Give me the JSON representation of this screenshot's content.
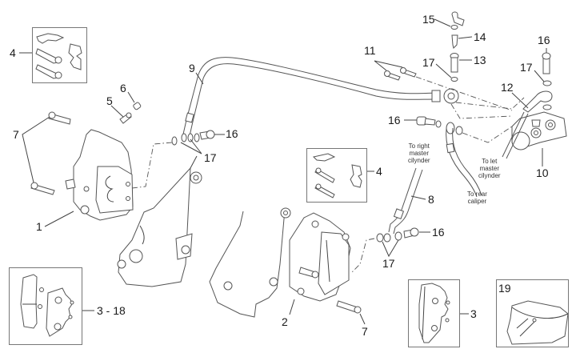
{
  "diagram": {
    "title": "Front brake system exploded parts diagram",
    "callouts": [
      {
        "id": "c4a",
        "text": "4"
      },
      {
        "id": "c6",
        "text": "6"
      },
      {
        "id": "c5",
        "text": "5"
      },
      {
        "id": "c7a",
        "text": "7"
      },
      {
        "id": "c1",
        "text": "1"
      },
      {
        "id": "c9",
        "text": "9"
      },
      {
        "id": "c16a",
        "text": "16"
      },
      {
        "id": "c17a",
        "text": "17"
      },
      {
        "id": "c11",
        "text": "11"
      },
      {
        "id": "c15",
        "text": "15"
      },
      {
        "id": "c14",
        "text": "14"
      },
      {
        "id": "c13",
        "text": "13"
      },
      {
        "id": "c17b",
        "text": "17"
      },
      {
        "id": "c16b",
        "text": "16"
      },
      {
        "id": "c16c",
        "text": "16"
      },
      {
        "id": "c17c",
        "text": "17"
      },
      {
        "id": "c12",
        "text": "12"
      },
      {
        "id": "c10",
        "text": "10"
      },
      {
        "id": "c4b",
        "text": "4"
      },
      {
        "id": "c8",
        "text": "8"
      },
      {
        "id": "c16d",
        "text": "16"
      },
      {
        "id": "c17d",
        "text": "17"
      },
      {
        "id": "c2",
        "text": "2"
      },
      {
        "id": "c7b",
        "text": "7"
      },
      {
        "id": "c318",
        "text": "3 - 18"
      },
      {
        "id": "c3",
        "text": "3"
      },
      {
        "id": "c19",
        "text": "19"
      }
    ],
    "notes": {
      "right_master": [
        "To right",
        "master",
        "cilynder"
      ],
      "left_master": [
        "To let",
        "master",
        "cilynder"
      ],
      "rear_caliper": [
        "To rear",
        "caliper"
      ]
    }
  }
}
